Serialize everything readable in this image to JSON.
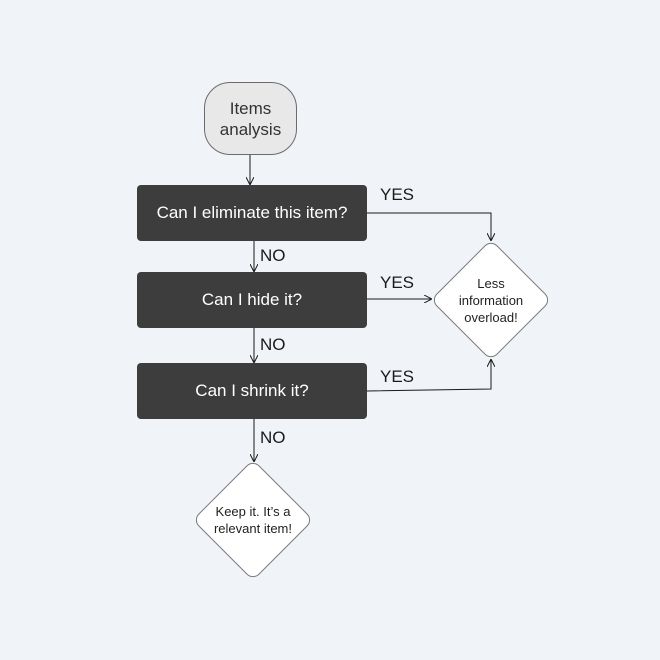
{
  "nodes": {
    "start": "Items analysis",
    "q1": "Can I eliminate this item?",
    "q2": "Can I hide it?",
    "q3": "Can I shrink it?",
    "outcome_yes": "Less information overload!",
    "outcome_no": "Keep it. It’s a relevant item!"
  },
  "labels": {
    "yes1": "YES",
    "yes2": "YES",
    "yes3": "YES",
    "no1": "NO",
    "no2": "NO",
    "no3": "NO"
  },
  "colors": {
    "background": "#f0f4f8",
    "process_fill": "#3d3d3d",
    "start_fill": "#e8e8e8",
    "diamond_fill": "#ffffff",
    "line": "#1a1a1a"
  }
}
